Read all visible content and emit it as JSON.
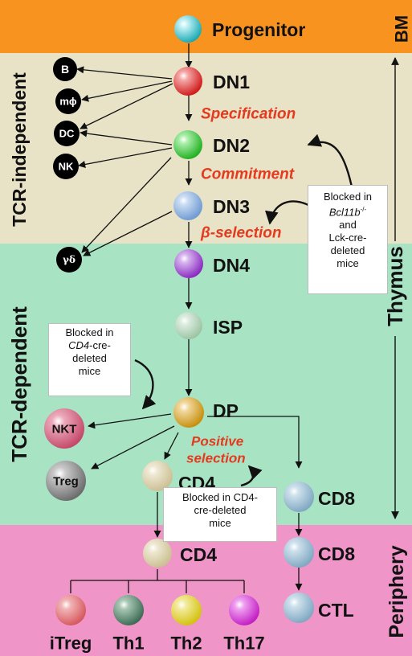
{
  "zones": {
    "bm": {
      "label": "BM",
      "color": "#f7931e"
    },
    "thymus": {
      "label": "Thymus",
      "color_tcr_independent": "#e8e2c6",
      "color_tcr_dependent": "#a8e3c4"
    },
    "periphery": {
      "label": "Periphery",
      "color": "#ef95c8"
    },
    "tcr_independent": "TCR-independent",
    "tcr_dependent": "TCR-dependent"
  },
  "colors": {
    "process_text": "#e53a1e",
    "arrow": "#111111",
    "label_text": "#111111",
    "marker_fill": "#000000",
    "marker_text": "#ffffff"
  },
  "cells": {
    "progenitor": {
      "label": "Progenitor",
      "color": "#1aa9b4"
    },
    "dn1": {
      "label": "DN1",
      "color": "#d11a1a"
    },
    "dn2": {
      "label": "DN2",
      "color": "#22b022"
    },
    "dn3": {
      "label": "DN3",
      "color": "#6f9ad2"
    },
    "dn4": {
      "label": "DN4",
      "color": "#8a2ac0"
    },
    "isp": {
      "label": "ISP",
      "color": "#9cc4a3"
    },
    "dp": {
      "label": "DP",
      "color": "#c6900e"
    },
    "nkt": {
      "label": "NKT",
      "color": "#c44a6b"
    },
    "treg": {
      "label": "Treg",
      "color": "#6d6d6d"
    },
    "cd4_thymus": {
      "label": "CD4",
      "color": "#cbbf93"
    },
    "cd8_thymus": {
      "label": "CD8",
      "color": "#80a8c2"
    },
    "cd4_periphery": {
      "label": "CD4",
      "color": "#cbbf93"
    },
    "cd8_periphery": {
      "label": "CD8",
      "color": "#80a8c2"
    },
    "ctl": {
      "label": "CTL",
      "color": "#80a8c2"
    },
    "itreg": {
      "label": "iTreg",
      "color": "#d6585e"
    },
    "th1": {
      "label": "Th1",
      "color": "#3d6b55"
    },
    "th2": {
      "label": "Th2",
      "color": "#d3c210"
    },
    "th17": {
      "label": "Th17",
      "color": "#c21ec4"
    }
  },
  "side_lineages": {
    "b": "B",
    "macrophage": "mϕ",
    "dc": "DC",
    "nk": "NK",
    "gamma_delta": "γδ"
  },
  "processes": {
    "specification": "Specification",
    "commitment": "Commitment",
    "beta_selection": "β-selection",
    "positive_selection_1": "Positive",
    "positive_selection_2": "selection"
  },
  "notes": {
    "bcl11b": {
      "line1": "Blocked in",
      "line2_gene": "Bcl11b",
      "line2_sup": "-/-",
      "line3": "and",
      "line4": "Lck-cre-",
      "line5": "deleted",
      "line6": "mice"
    },
    "cd4cre_top": {
      "line1": "Blocked in",
      "line2_gene": "CD4",
      "line2_rest": "-cre-",
      "line3": "deleted",
      "line4": "mice"
    },
    "cd4cre_bottom": {
      "line1": "Blocked in CD4-",
      "line2": "cre-deleted",
      "line3": "mice"
    }
  }
}
